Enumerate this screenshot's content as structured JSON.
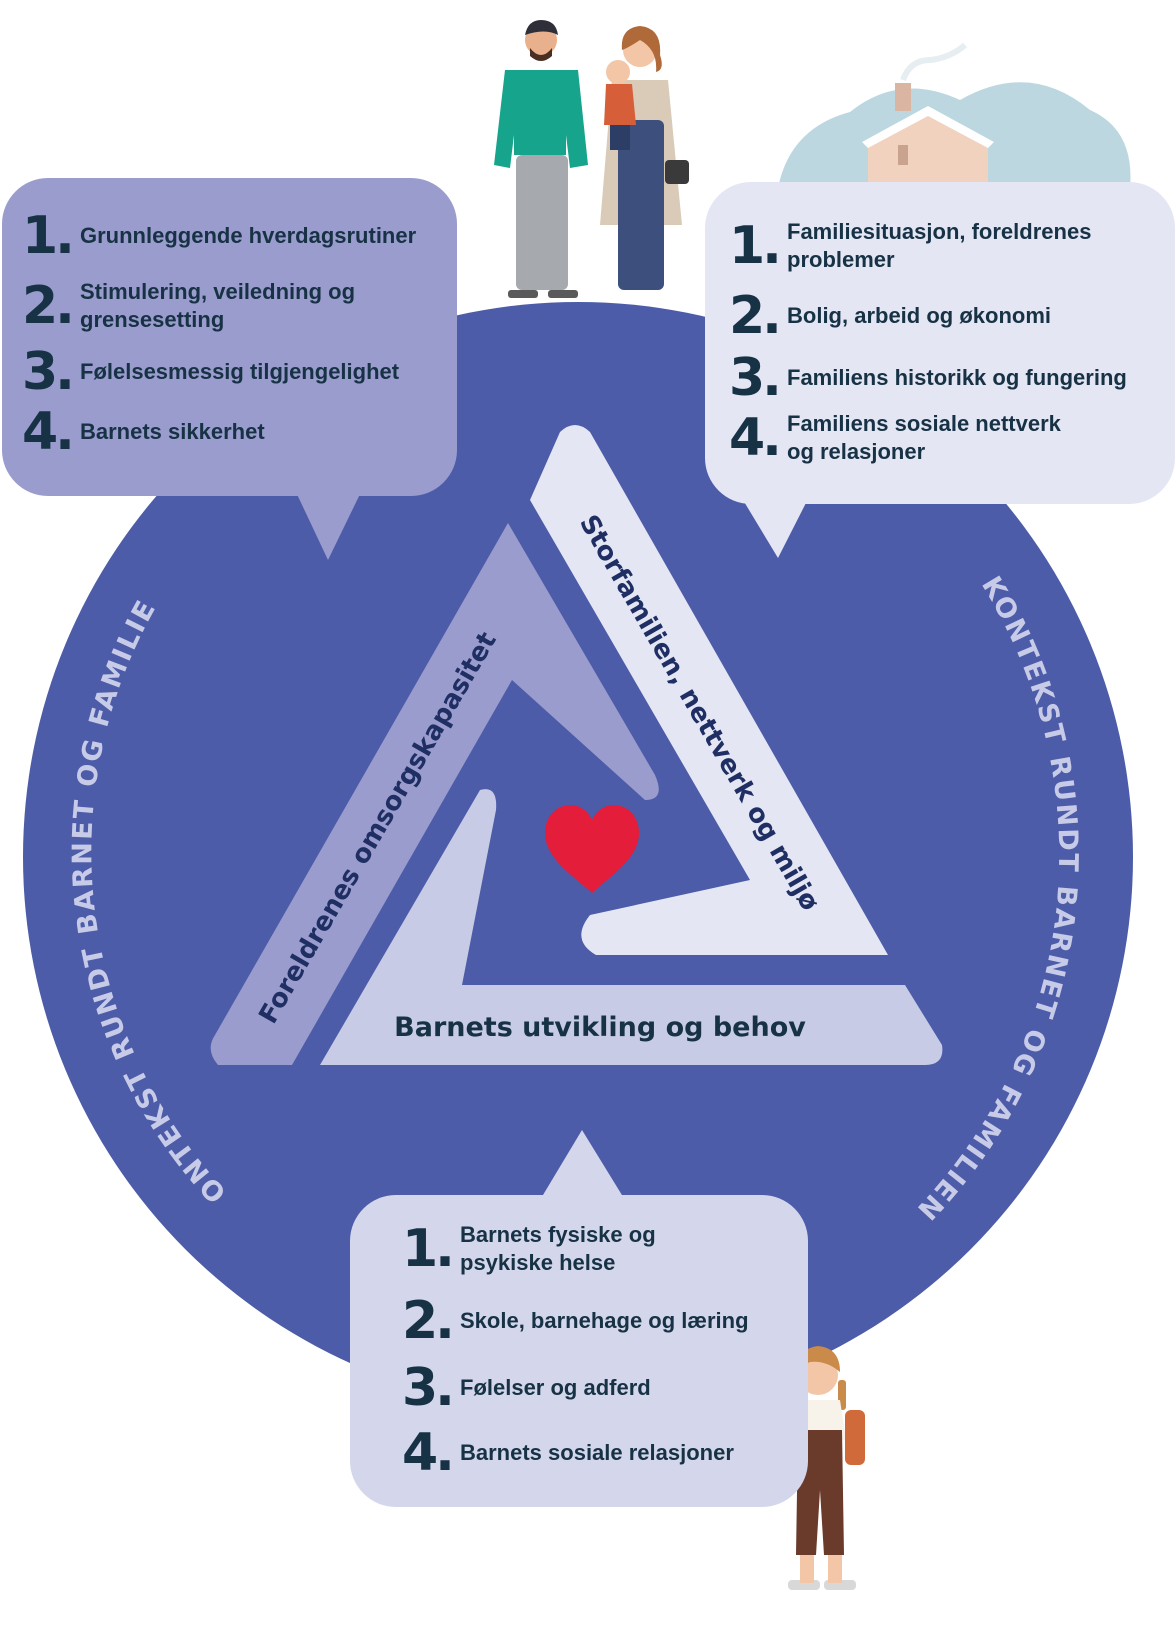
{
  "circle_label_left": "KONTEKST RUNDT BARNET OG FAMILIEN",
  "circle_label_right": "KONTEKST RUNDT BARNET OG FAMILIEN",
  "triangle": {
    "left_side": "Foreldrenes omsorgskapasitet",
    "right_side": "Storfamilien, nettverk og miljø",
    "bottom_side": "Barnets utvikling og behov"
  },
  "boxes": {
    "parent_capacity": {
      "items": [
        {
          "num": "1.",
          "text": "Grunnleggende hverdagsrutiner"
        },
        {
          "num": "2.",
          "text": "Stimulering, veiledning og grensesetting"
        },
        {
          "num": "3.",
          "text": "Følelsesmessig tilgjengelighet"
        },
        {
          "num": "4.",
          "text": "Barnets sikkerhet"
        }
      ]
    },
    "family_environment": {
      "items": [
        {
          "num": "1.",
          "text": "Familiesituasjon, foreldrenes problemer"
        },
        {
          "num": "2.",
          "text": "Bolig, arbeid og økonomi"
        },
        {
          "num": "3.",
          "text": "Familiens historikk og fungering"
        },
        {
          "num": "4.",
          "text": "Familiens sosiale nettverk og relasjoner"
        }
      ]
    },
    "child_development": {
      "items": [
        {
          "num": "1.",
          "text": "Barnets fysiske og psykiske helse"
        },
        {
          "num": "2.",
          "text": "Skole, barnehage og læring"
        },
        {
          "num": "3.",
          "text": "Følelser og adferd"
        },
        {
          "num": "4.",
          "text": "Barnets sosiale relasjoner"
        }
      ]
    }
  },
  "colors": {
    "circle": "#4c5ca8",
    "box_left": "#9a9ccd",
    "box_right": "#e4e6f4",
    "box_bottom": "#d4d7ec",
    "text_dark": "#173245",
    "heart": "#e31d3a"
  },
  "icons": [
    "family-illustration",
    "house-illustration",
    "heart-icon",
    "girl-illustration"
  ]
}
